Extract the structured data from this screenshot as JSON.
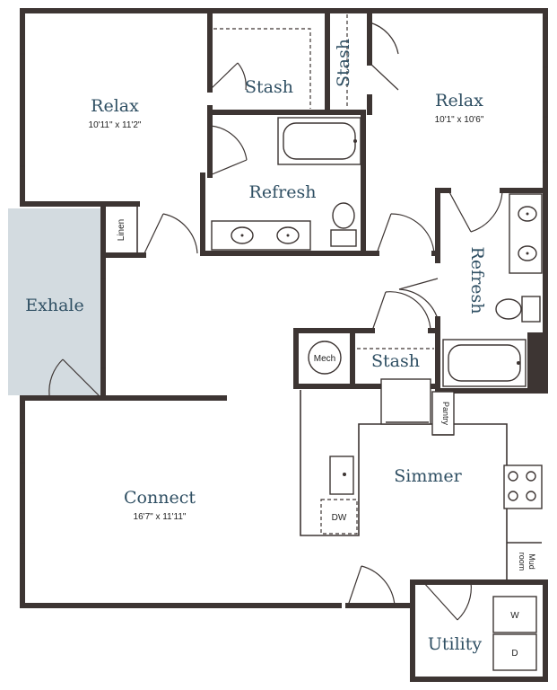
{
  "rooms": {
    "relax_left": {
      "label": "Relax",
      "dims": "10'11\" x 11'2\""
    },
    "relax_right": {
      "label": "Relax",
      "dims": "10'1\" x 10'6\""
    },
    "stash_top": {
      "label": "Stash"
    },
    "stash_vertical": {
      "label": "Stash"
    },
    "stash_hall": {
      "label": "Stash"
    },
    "refresh_main": {
      "label": "Refresh"
    },
    "refresh_side": {
      "label": "Refresh"
    },
    "exhale": {
      "label": "Exhale"
    },
    "connect": {
      "label": "Connect",
      "dims": "16'7\" x 11'11\""
    },
    "simmer": {
      "label": "Simmer"
    },
    "utility": {
      "label": "Utility"
    }
  },
  "fixtures": {
    "linen": "Linen",
    "mech": "Mech",
    "pantry": "Pantry",
    "dw": "DW",
    "mudroom_line1": "Mud",
    "mudroom_line2": "room",
    "washer": "W",
    "dryer": "D"
  },
  "colors": {
    "wall": "#3d3533",
    "label": "#2f4f63",
    "exhale_fill": "#d3dbe0"
  }
}
